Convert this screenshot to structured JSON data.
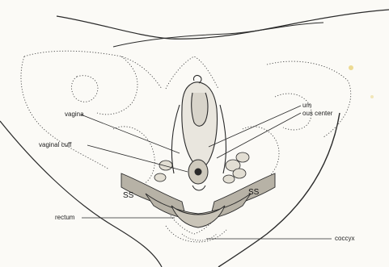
{
  "labels": {
    "vagina": "vagina",
    "vaginal_cuff": "vaginal cuff",
    "rectum": "rectum",
    "coccyx": "coccyx",
    "perineum_partial": "um",
    "perineal_body_partial": "ous center",
    "ss_left": "SS",
    "ss_right": "SS"
  },
  "colors": {
    "ink": "#2a2a2a",
    "paper": "#fbfaf6",
    "shade": "#8a8a8a",
    "stain": "#e8d27a"
  }
}
